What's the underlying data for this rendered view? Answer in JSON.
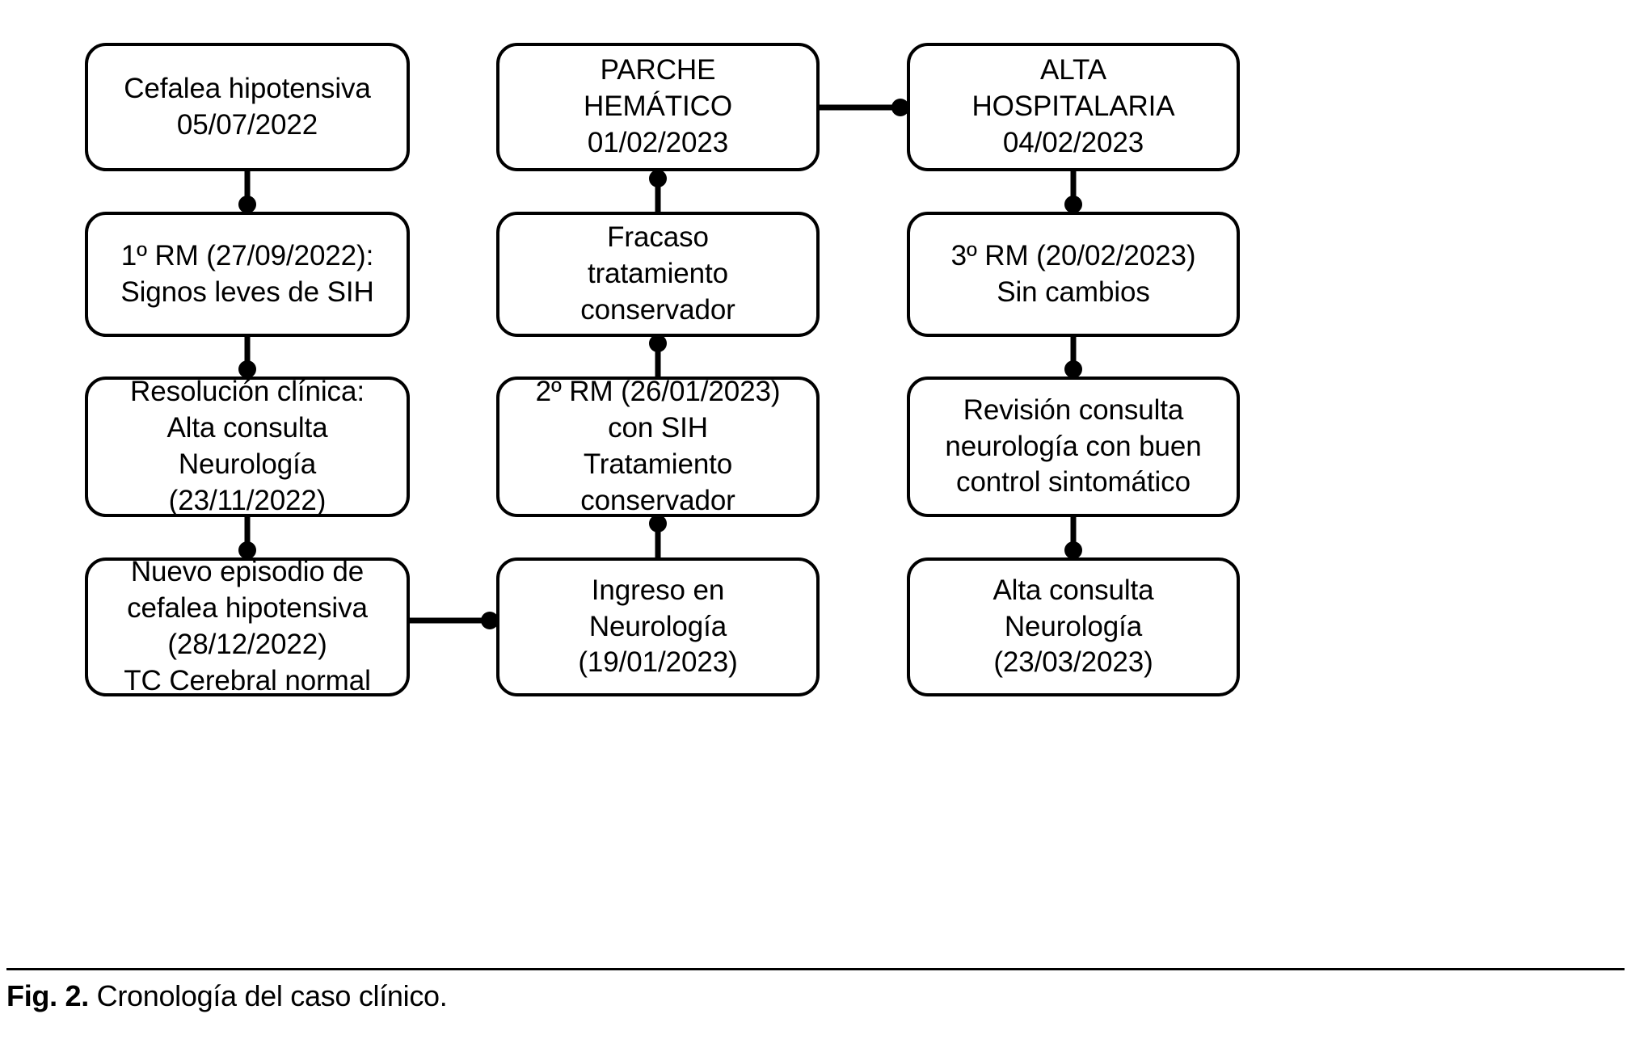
{
  "figure": {
    "caption_label": "Fig. 2.",
    "caption_text": "Cronología del caso clínico.",
    "line_color": "#000000",
    "box_fill": "#ffffff",
    "box_border": "#000000"
  },
  "chart_data": {
    "type": "diagram",
    "title": "Cronología del caso clínico.",
    "layout": "3 columns x 4 rows flowchart, serpentine flow",
    "nodes": [
      {
        "id": "n1",
        "col": 1,
        "row": 1,
        "lines": [
          "Cefalea hipotensiva",
          "05/07/2022"
        ]
      },
      {
        "id": "n2",
        "col": 1,
        "row": 2,
        "lines": [
          "1º RM (27/09/2022):",
          "Signos leves de SIH"
        ]
      },
      {
        "id": "n3",
        "col": 1,
        "row": 3,
        "lines": [
          "Resolución clínica:",
          "",
          "Alta consulta",
          "Neurología",
          "(23/11/2022)"
        ]
      },
      {
        "id": "n4",
        "col": 1,
        "row": 4,
        "lines": [
          "Nuevo episodio de",
          "cefalea hipotensiva",
          "(28/12/2022)",
          "",
          "TC Cerebral normal"
        ]
      },
      {
        "id": "n5",
        "col": 2,
        "row": 4,
        "lines": [
          "Ingreso en",
          "Neurología",
          "(19/01/2023)"
        ]
      },
      {
        "id": "n6",
        "col": 2,
        "row": 3,
        "lines": [
          "2º RM (26/01/2023)",
          "con SIH",
          "",
          "Tratamiento",
          "conservador"
        ]
      },
      {
        "id": "n7",
        "col": 2,
        "row": 2,
        "lines": [
          "Fracaso",
          "tratamiento",
          "conservador"
        ]
      },
      {
        "id": "n8",
        "col": 2,
        "row": 1,
        "lines": [
          "PARCHE",
          "HEMÁTICO",
          "01/02/2023"
        ]
      },
      {
        "id": "n9",
        "col": 3,
        "row": 1,
        "lines": [
          "ALTA",
          "HOSPITALARIA",
          "04/02/2023"
        ]
      },
      {
        "id": "n10",
        "col": 3,
        "row": 2,
        "lines": [
          "3º RM (20/02/2023)",
          "Sin cambios"
        ]
      },
      {
        "id": "n11",
        "col": 3,
        "row": 3,
        "lines": [
          "Revisión consulta",
          "neurología con buen",
          "control sintomático"
        ]
      },
      {
        "id": "n12",
        "col": 3,
        "row": 4,
        "lines": [
          "Alta consulta",
          "Neurología",
          "(23/03/2023)"
        ]
      }
    ],
    "edges": [
      {
        "from": "n1",
        "to": "n2",
        "direction": "down",
        "marker": "dot-at-target"
      },
      {
        "from": "n2",
        "to": "n3",
        "direction": "down",
        "marker": "dot-at-target"
      },
      {
        "from": "n3",
        "to": "n4",
        "direction": "down",
        "marker": "dot-at-target"
      },
      {
        "from": "n4",
        "to": "n5",
        "direction": "right",
        "marker": "dot-at-target"
      },
      {
        "from": "n5",
        "to": "n6",
        "direction": "up",
        "marker": "dot-at-target"
      },
      {
        "from": "n6",
        "to": "n7",
        "direction": "up",
        "marker": "dot-at-target"
      },
      {
        "from": "n7",
        "to": "n8",
        "direction": "up",
        "marker": "dot-at-target"
      },
      {
        "from": "n8",
        "to": "n9",
        "direction": "right",
        "marker": "dot-at-target"
      },
      {
        "from": "n9",
        "to": "n10",
        "direction": "down",
        "marker": "dot-at-target"
      },
      {
        "from": "n10",
        "to": "n11",
        "direction": "down",
        "marker": "dot-at-target"
      },
      {
        "from": "n11",
        "to": "n12",
        "direction": "down",
        "marker": "dot-at-target"
      }
    ]
  },
  "nodes": {
    "n1": {
      "l1": "Cefalea hipotensiva",
      "l2": "05/07/2022"
    },
    "n2": {
      "l1": "1º RM (27/09/2022):",
      "l2": "Signos leves de SIH"
    },
    "n3": {
      "l1": "Resolución clínica:",
      "l2": "Alta consulta",
      "l3": "Neurología",
      "l4": "(23/11/2022)"
    },
    "n4": {
      "l1": "Nuevo episodio de",
      "l2": "cefalea hipotensiva",
      "l3": "(28/12/2022)",
      "l4": "TC Cerebral normal"
    },
    "n5": {
      "l1": "Ingreso en",
      "l2": "Neurología",
      "l3": "(19/01/2023)"
    },
    "n6": {
      "l1": "2º RM (26/01/2023)",
      "l2": "con SIH",
      "l3": "Tratamiento",
      "l4": "conservador"
    },
    "n7": {
      "l1": "Fracaso",
      "l2": "tratamiento",
      "l3": "conservador"
    },
    "n8": {
      "l1": "PARCHE",
      "l2": "HEMÁTICO",
      "l3": "01/02/2023"
    },
    "n9": {
      "l1": "ALTA",
      "l2": "HOSPITALARIA",
      "l3": "04/02/2023"
    },
    "n10": {
      "l1": "3º RM (20/02/2023)",
      "l2": "Sin cambios"
    },
    "n11": {
      "l1": "Revisión consulta",
      "l2": "neurología con buen",
      "l3": "control sintomático"
    },
    "n12": {
      "l1": "Alta consulta",
      "l2": "Neurología",
      "l3": "(23/03/2023)"
    }
  }
}
